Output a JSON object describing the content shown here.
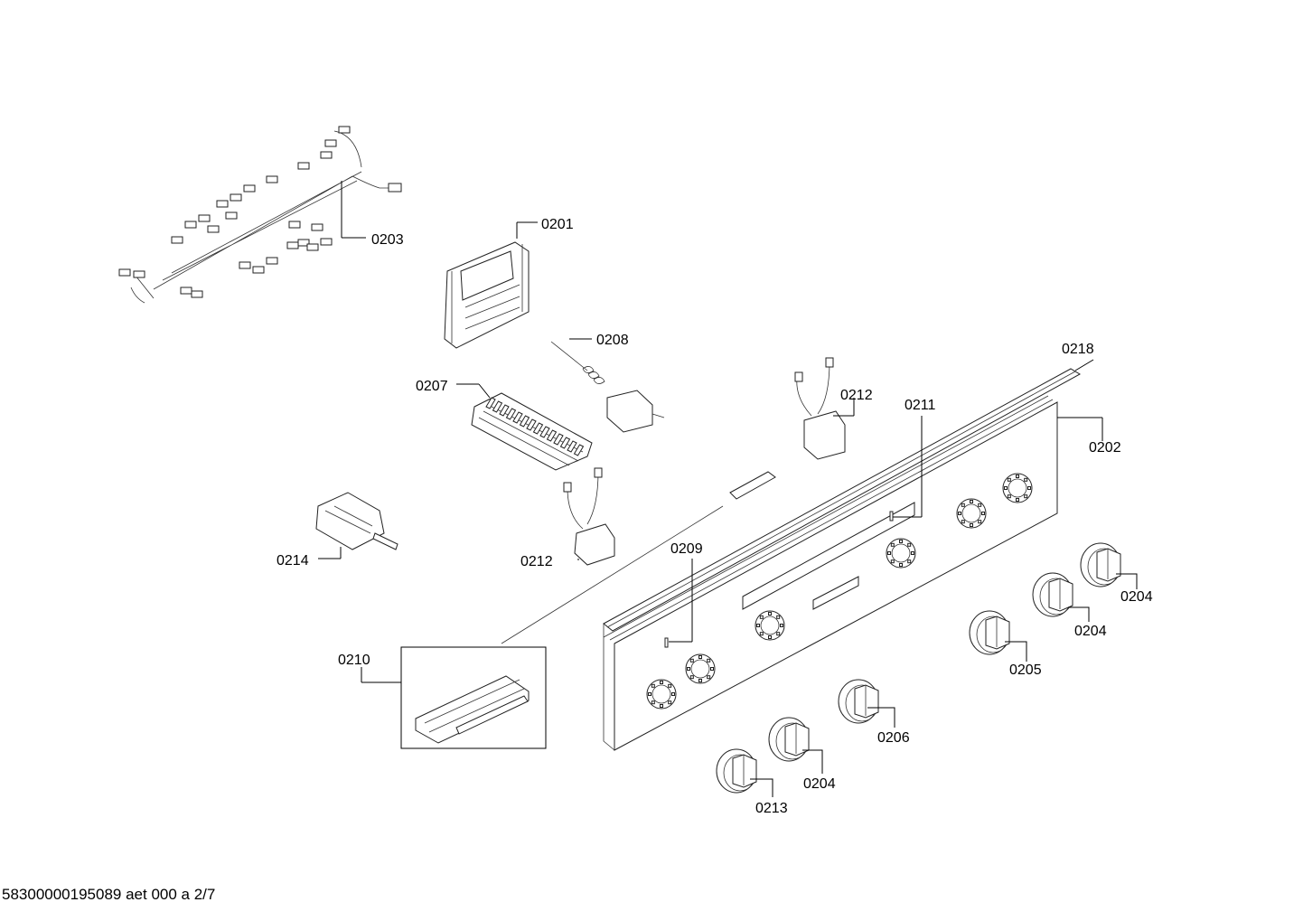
{
  "footer": {
    "doc_id": "58300000195089 aet 000 a 2/7"
  },
  "callouts": {
    "c0201": "0201",
    "c0202": "0202",
    "c0203": "0203",
    "c0204a": "0204",
    "c0204b": "0204",
    "c0204c": "0204",
    "c0205": "0205",
    "c0206": "0206",
    "c0207": "0207",
    "c0208": "0208",
    "c0209": "0209",
    "c0210": "0210",
    "c0211": "0211",
    "c0212a": "0212",
    "c0212b": "0212",
    "c0213": "0213",
    "c0214": "0214",
    "c0218": "0218"
  },
  "parts": {
    "wiring_harness_icon": "wiring-harness",
    "control_module_icon": "control-module",
    "thermostat_icon": "thermostat",
    "terminal_block_icon": "terminal-block",
    "selector_switch_icon": "selector-switch",
    "control_panel_icon": "control-panel",
    "knob_icon": "knob"
  }
}
